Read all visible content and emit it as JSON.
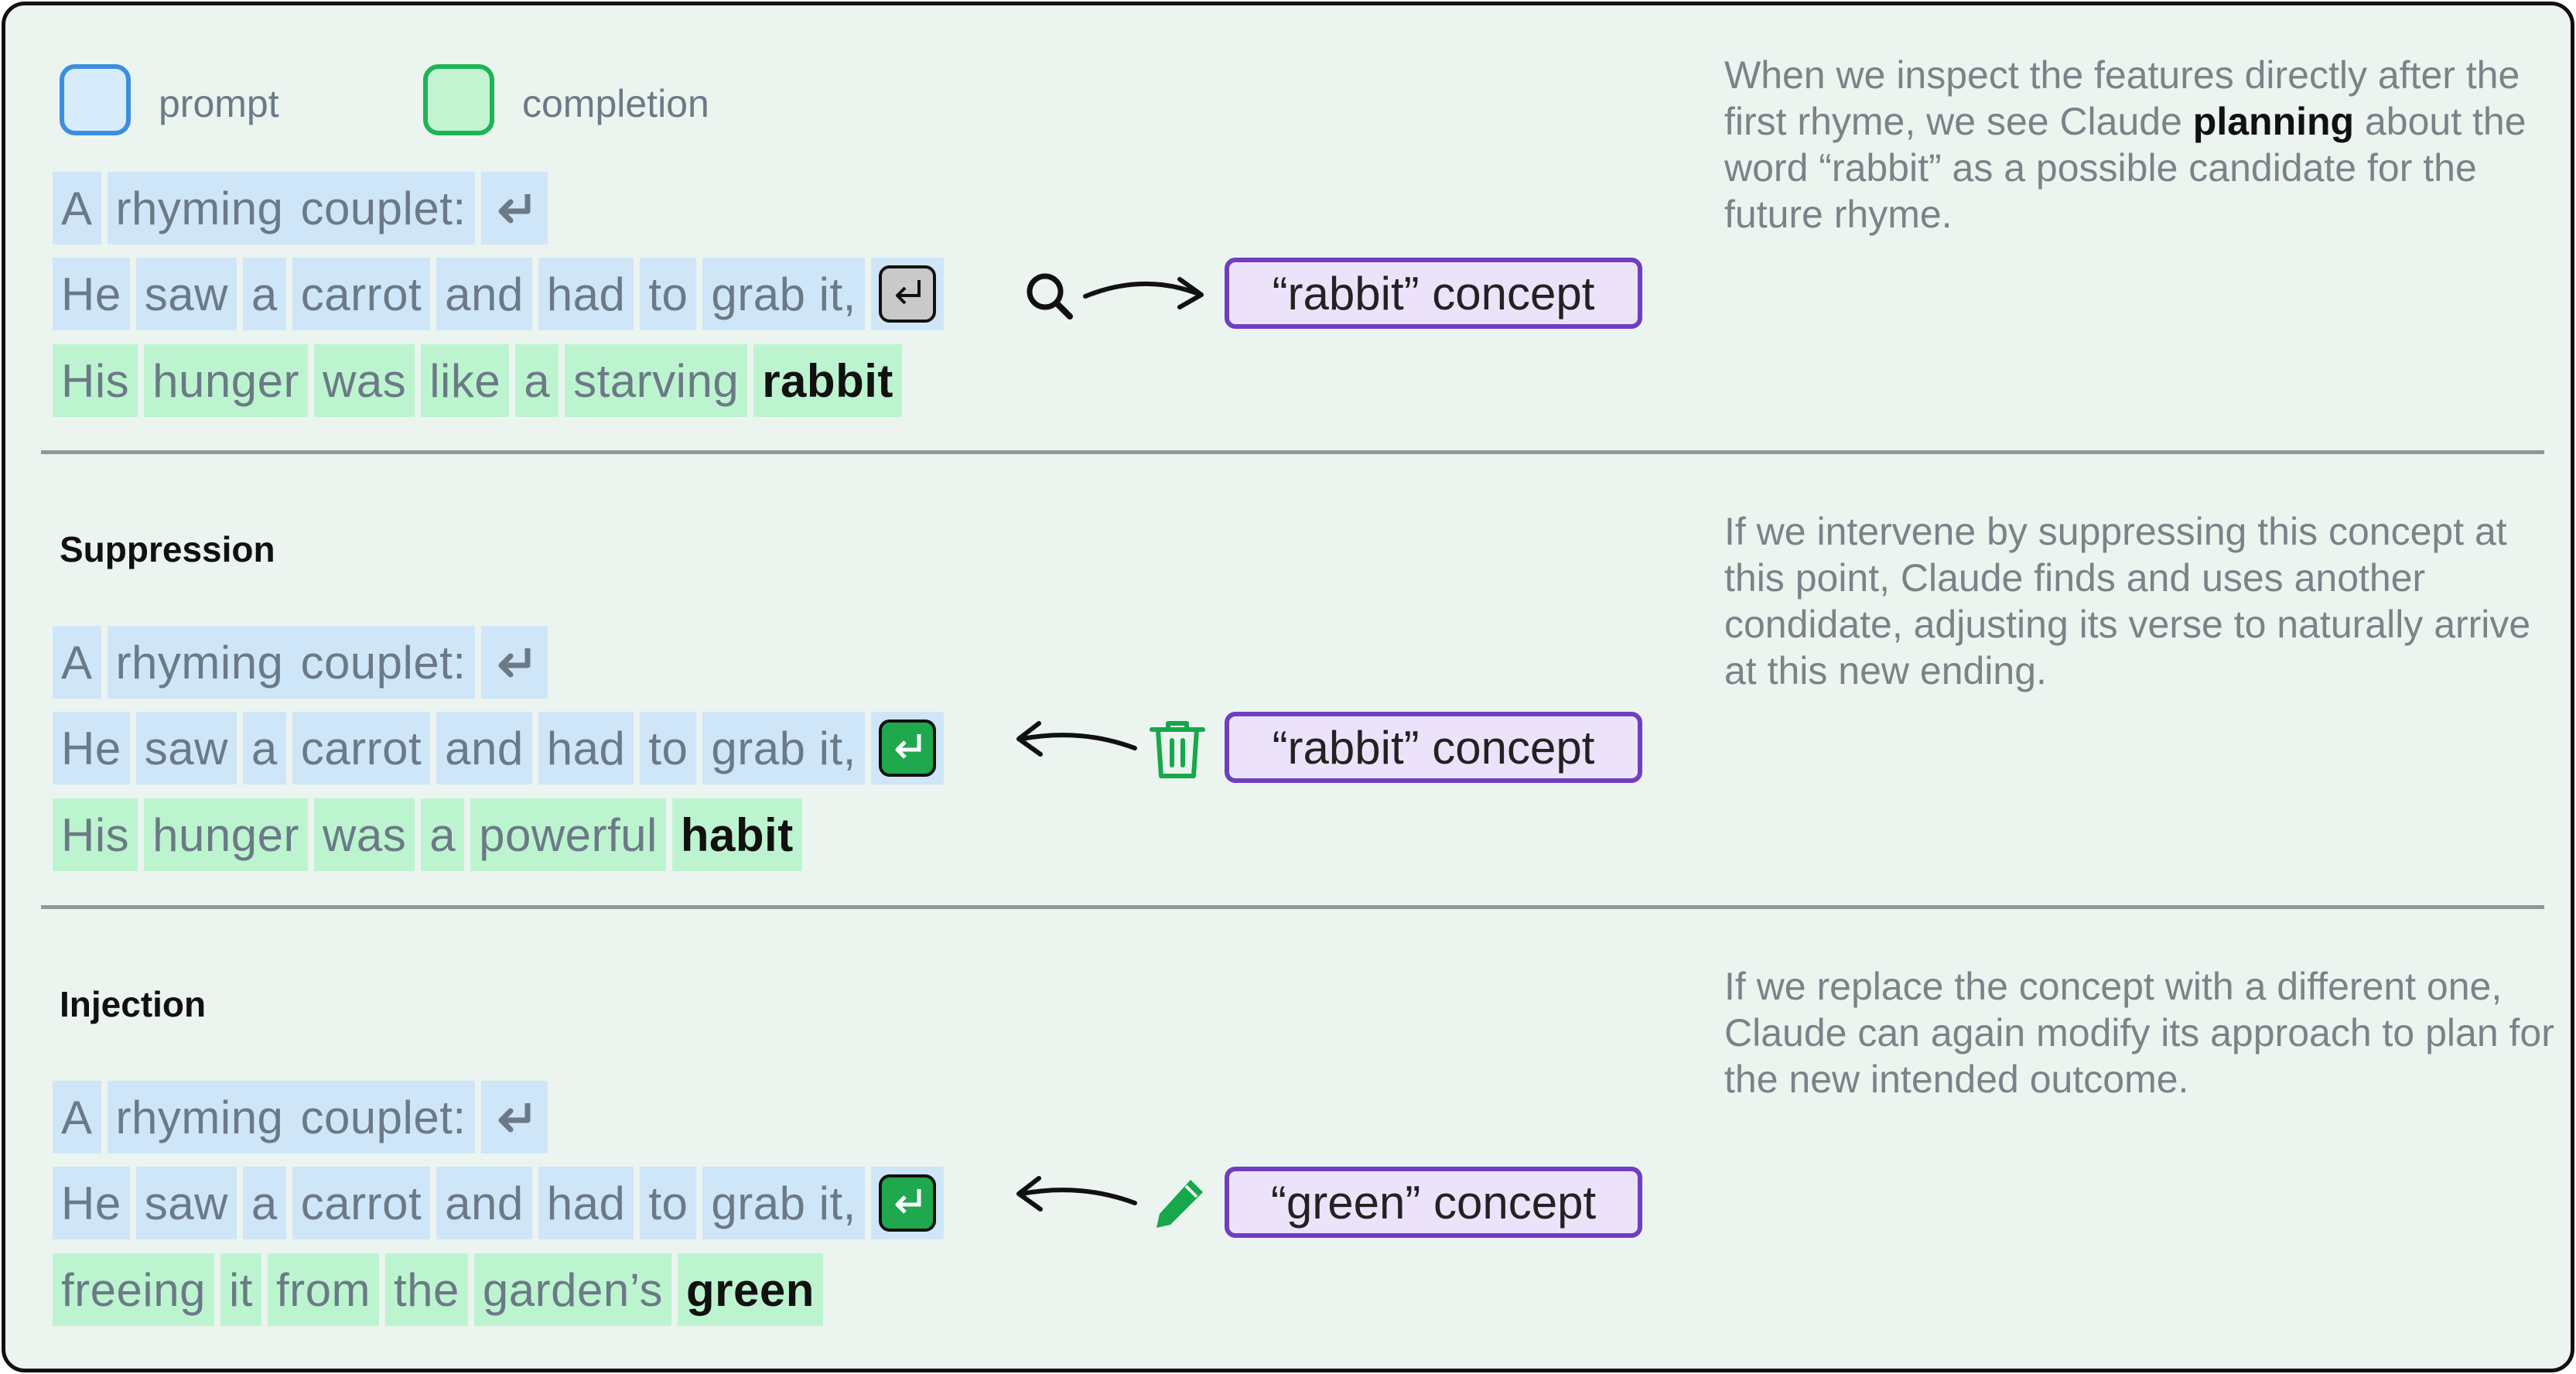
{
  "legend": {
    "prompt_label": "prompt",
    "completion_label": "completion"
  },
  "colors": {
    "prompt": "#cfe6f8",
    "completion": "#bdf4d0",
    "concept_border": "#6f3ec2",
    "concept_fill": "#ece3fb",
    "accent_green": "#16a84a"
  },
  "sections": [
    {
      "title": "",
      "row1": [
        "A",
        "rhyming",
        "couplet:"
      ],
      "row2": [
        "He",
        "saw",
        "a",
        "carrot",
        "and",
        "had",
        "to",
        "grab it,"
      ],
      "row3": [
        "His",
        "hunger",
        "was",
        "like",
        "a",
        "starving"
      ],
      "row3_final": "rabbit",
      "action_icon": "search-icon",
      "concept": "“rabbit” concept",
      "description_before": "When we inspect the features directly after the first rhyme, we see Claude ",
      "description_bold": "planning",
      "description_after": " about the word “rabbit” as a possible candidate for the future rhyme."
    },
    {
      "title": "Suppression",
      "row1": [
        "A",
        "rhyming",
        "couplet:"
      ],
      "row2": [
        "He",
        "saw",
        "a",
        "carrot",
        "and",
        "had",
        "to",
        "grab it,"
      ],
      "row3": [
        "His",
        "hunger",
        "was",
        "a",
        "powerful"
      ],
      "row3_final": "habit",
      "action_icon": "trash-icon",
      "concept": "“rabbit” concept",
      "description": "If we intervene by suppressing this concept at this point, Claude finds and uses another condidate, adjusting its verse to naturally arrive at this new ending."
    },
    {
      "title": "Injection",
      "row1": [
        "A",
        "rhyming",
        "couplet:"
      ],
      "row2": [
        "He",
        "saw",
        "a",
        "carrot",
        "and",
        "had",
        "to",
        "grab it,"
      ],
      "row3": [
        "freeing",
        "it",
        "from",
        "the",
        "garden’s"
      ],
      "row3_final": "green",
      "action_icon": "pencil-icon",
      "concept": "“green” concept",
      "description": "If we replace the concept with a different one, Claude can again modify its approach to plan for the new intended outcome."
    }
  ]
}
